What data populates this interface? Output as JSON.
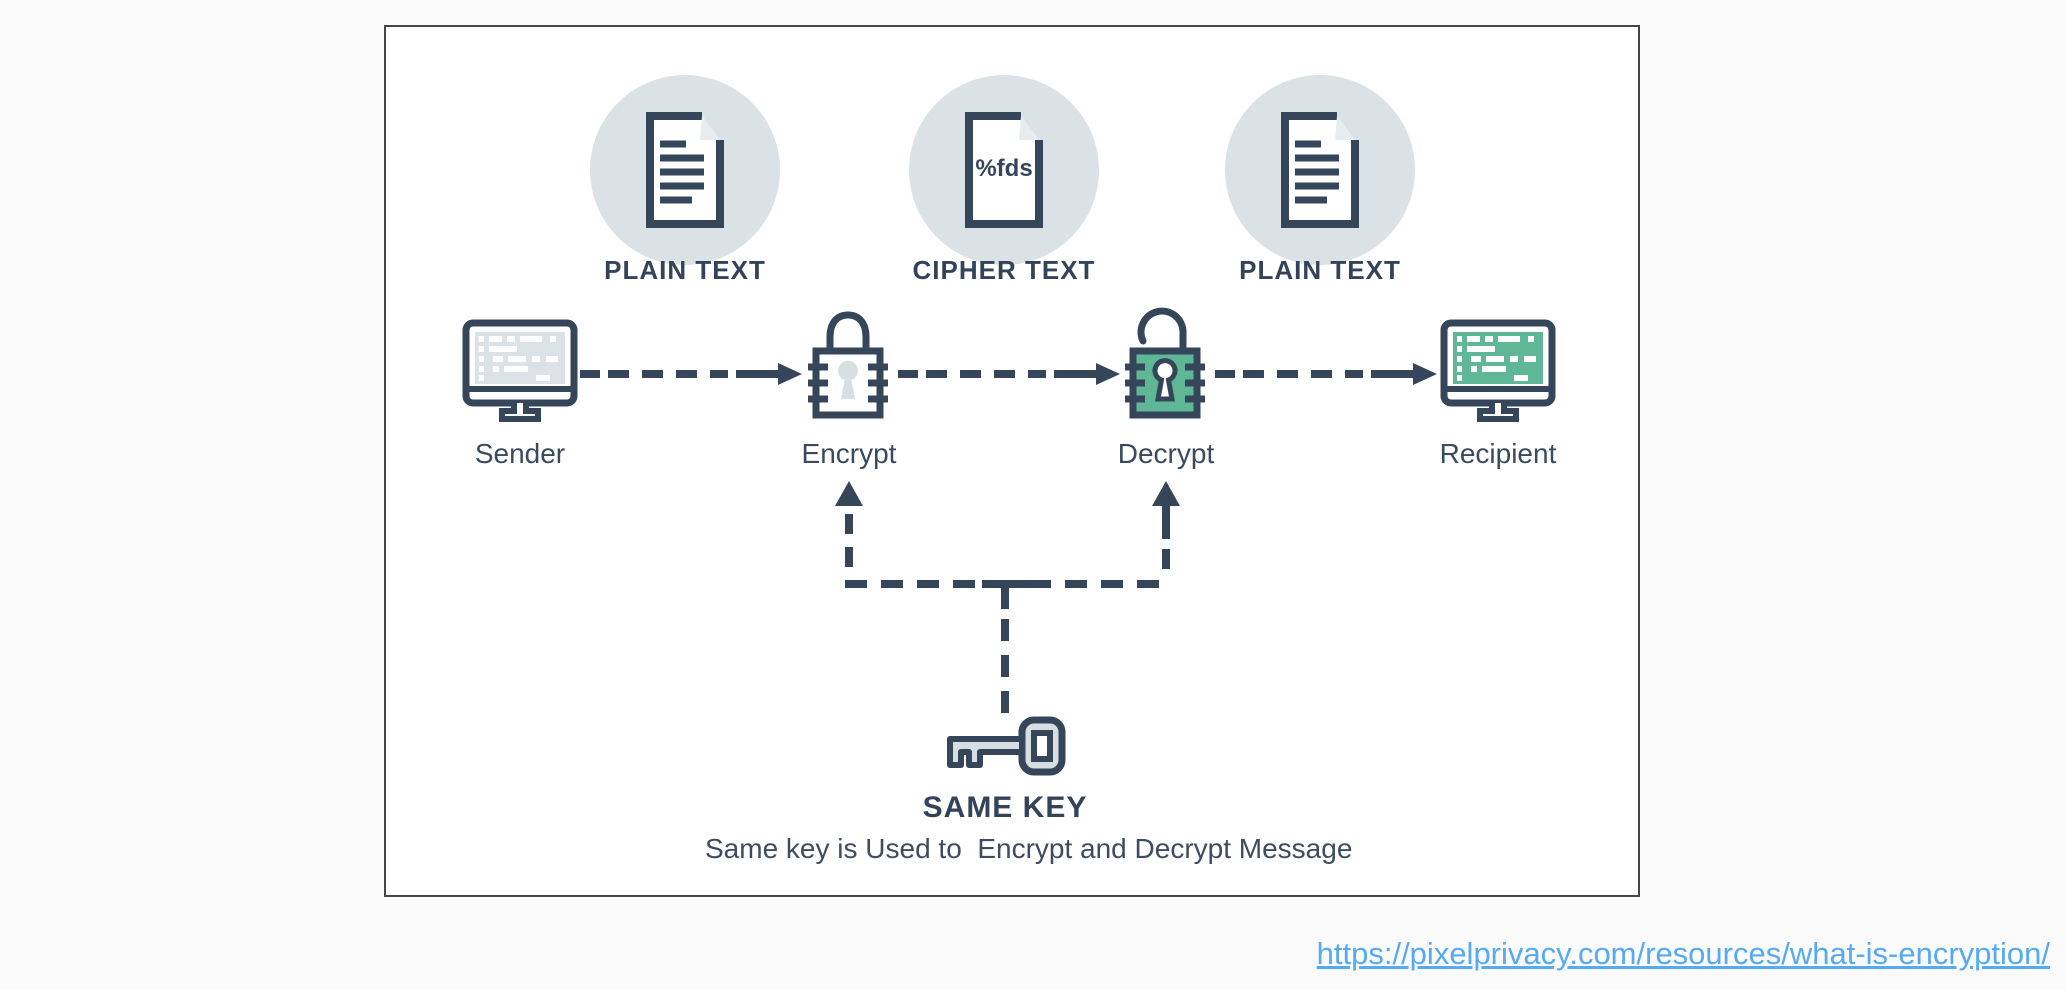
{
  "page": {
    "source_link": "https://pixelprivacy.com/resources/what-is-encryption/"
  },
  "palette": {
    "navy": "#35455a",
    "green": "#5fb795",
    "circle_bg": "#dbe2e5",
    "screen_gray": "#dce3e6",
    "keyhole_gray": "#d8dfe2",
    "key_fill": "#d6dee1",
    "link_blue": "#55aaf3"
  },
  "diagram": {
    "documents": [
      {
        "label": "PLAIN TEXT",
        "icon": "plain-text-document-icon"
      },
      {
        "label": "CIPHER TEXT",
        "icon": "cipher-text-document-icon",
        "cipher_text": "%fds"
      },
      {
        "label": "PLAIN TEXT",
        "icon": "plain-text-document-icon"
      }
    ],
    "flow": [
      {
        "label": "Sender",
        "icon": "monitor-icon"
      },
      {
        "label": "Encrypt",
        "icon": "closed-padlock-icon"
      },
      {
        "label": "Decrypt",
        "icon": "open-padlock-icon"
      },
      {
        "label": "Recipient",
        "icon": "monitor-icon"
      }
    ],
    "key": {
      "title": "SAME KEY",
      "caption": "Same key is Used to  Encrypt and Decrypt Message",
      "icon": "key-icon"
    }
  }
}
